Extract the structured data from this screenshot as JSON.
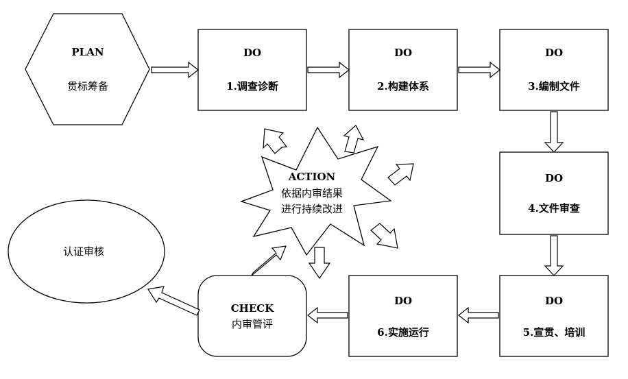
{
  "plan": {
    "title": "PLAN",
    "label": "贯标筹备"
  },
  "do1": {
    "title": "DO",
    "label": "1.调查诊断"
  },
  "do2": {
    "title": "DO",
    "label": "2.构建体系"
  },
  "do3": {
    "title": "DO",
    "label": "3.编制文件"
  },
  "do4": {
    "title": "DO",
    "label": "4.文件审查"
  },
  "do5": {
    "title": "DO",
    "label": "5.宣贯、培训"
  },
  "do6": {
    "title": "DO",
    "label": "6.实施运行"
  },
  "check": {
    "title": "CHECK",
    "label": "内审管评"
  },
  "action": {
    "title": "ACTION",
    "line1": "依据内审结果",
    "line2": "进行持续改进"
  },
  "cert": {
    "label": "认证审核"
  }
}
